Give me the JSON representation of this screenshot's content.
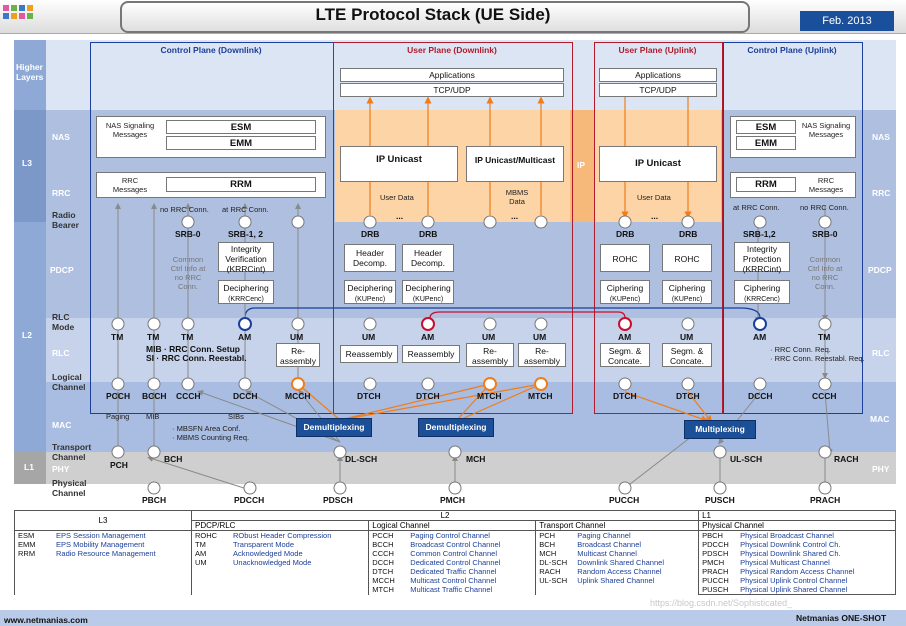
{
  "title": "LTE Protocol Stack (UE Side)",
  "date": "Feb. 2013",
  "url_left": "www.netmanias.com",
  "url_right": "Netmanias ONE-SHOT",
  "watermark": "https://blog.csdn.net/Sophisticated_",
  "layers": {
    "higher": "Higher Layers",
    "nas": "NAS",
    "l3": "L3",
    "rrc": "RRC",
    "radio_bearer": "Radio Bearer",
    "pdcp": "PDCP",
    "rlc_mode": "RLC Mode",
    "l2": "L2",
    "rlc": "RLC",
    "logical_channel": "Logical Channel",
    "mac": "MAC",
    "transport_channel": "Transport Channel",
    "l1": "L1",
    "phy": "PHY",
    "physical_channel": "Physical Channel",
    "ip": "IP"
  },
  "planes": {
    "cp_dl": "Control Plane (Downlink)",
    "up_dl": "User Plane (Downlink)",
    "up_ul": "User Plane (Uplink)",
    "cp_ul": "Control Plane (Uplink)"
  },
  "boxes": {
    "nas_msg": "NAS Signaling Messages",
    "esm": "ESM",
    "emm": "EMM",
    "rrc_msg": "RRC Messages",
    "rrm": "RRM",
    "applications": "Applications",
    "tcp_udp": "TCP/UDP",
    "ip_unicast": "IP Unicast",
    "ip_unicast_multicast": "IP Unicast/Multicast",
    "user_data": "User Data",
    "mbms_data": "MBMS Data",
    "header_decomp": "Header Decomp.",
    "rohc": "ROHC",
    "deciphering": "Deciphering",
    "deciphering_k_rrc": "(KRRCenc)",
    "deciphering_k_up": "(KUPenc)",
    "ciphering": "Ciphering",
    "integrity_verification": "Integrity Verification (KRRCint)",
    "integrity_protection": "Integrity Protection (KRRCint)",
    "common_ctrl": "Common Ctrl Info at no RRC Conn.",
    "reassembly": "Reassembly",
    "re_assembly": "Re-assembly",
    "segm": "Segm. & Concate.",
    "demultiplexing": "Demultiplexing",
    "multiplexing": "Multiplexing",
    "no_rrc_conn": "no RRC Conn.",
    "at_rrc_conn": "at RRC Conn.",
    "dots": "..."
  },
  "bearers": {
    "srb0": "SRB-0",
    "srb12": "SRB-1, 2",
    "srb12_ul": "SRB-1,2",
    "drb": "DRB"
  },
  "rlc_modes": {
    "tm": "TM",
    "am": "AM",
    "um": "UM"
  },
  "logical": {
    "pcch": "PCCH",
    "bcch": "BCCH",
    "ccch": "CCCH",
    "dcch": "DCCH",
    "mcch": "MCCH",
    "dtch": "DTCH",
    "mtch": "MTCH"
  },
  "transport": {
    "pch": "PCH",
    "bch": "BCH",
    "dlsch": "DL-SCH",
    "mch": "MCH",
    "ulsch": "UL-SCH",
    "rach": "RACH"
  },
  "physical": {
    "pbch": "PBCH",
    "pdcch": "PDCCH",
    "pdsch": "PDSCH",
    "pmch": "PMCH",
    "pucch": "PUCCH",
    "pusch": "PUSCH",
    "prach": "PRACH"
  },
  "notes": {
    "mib_si": [
      "MIB · RRC Conn. Setup",
      "SI  · RRC Conn. Reestabl."
    ],
    "ul_ccch": [
      "· RRC Conn. Req.",
      "· RRC Conn. Reestabl. Req."
    ],
    "paging": "Paging",
    "mib": "MIB",
    "sibs": "SIBs",
    "mbms": [
      "· MBSFN Area Conf.",
      "· MBMS Counting Req."
    ]
  },
  "legend": {
    "headers": {
      "l3": "L3",
      "l2": "L2",
      "l1": "L1",
      "pdcp_rlc": "PDCP/RLC",
      "logical": "Logical Channel",
      "transport": "Transport Channel",
      "physical": "Physical Channel"
    },
    "l3": [
      [
        "ESM",
        "EPS Session Management"
      ],
      [
        "EMM",
        "EPS Mobility Management"
      ],
      [
        "RRM",
        "Radio Resource Management"
      ]
    ],
    "pdcp_rlc": [
      [
        "ROHC",
        "RObust Header Compression"
      ],
      [
        "TM",
        "Transparent Mode"
      ],
      [
        "AM",
        "Acknowledged Mode"
      ],
      [
        "UM",
        "Unacknowledged Mode"
      ]
    ],
    "logical": [
      [
        "PCCH",
        "Paging Control Channel"
      ],
      [
        "BCCH",
        "Broadcast Control Channel"
      ],
      [
        "CCCH",
        "Common Control Channel"
      ],
      [
        "DCCH",
        "Dedicated Control Channel"
      ],
      [
        "DTCH",
        "Dedicated Traffic Channel"
      ],
      [
        "MCCH",
        "Multicast Control Channel"
      ],
      [
        "MTCH",
        "Multicast Traffic Channel"
      ]
    ],
    "transport": [
      [
        "PCH",
        "Paging Channel"
      ],
      [
        "BCH",
        "Broadcast Channel"
      ],
      [
        "MCH",
        "Multicast Channel"
      ],
      [
        "DL-SCH",
        "Downlink Shared Channel"
      ],
      [
        "RACH",
        "Random Access Channel"
      ],
      [
        "UL-SCH",
        "Uplink Shared Channel"
      ]
    ],
    "physical": [
      [
        "PBCH",
        "Physical Broadcast Channel"
      ],
      [
        "PDCCH",
        "Physical Downlink Control Ch."
      ],
      [
        "PDSCH",
        "Physical Downlink Shared Ch."
      ],
      [
        "PMCH",
        "Physical Multicast Channel"
      ],
      [
        "PRACH",
        "Physical Random Access Channel"
      ],
      [
        "PUCCH",
        "Physical Uplink Control Channel"
      ],
      [
        "PUSCH",
        "Physical Uplink Shared Channel"
      ]
    ]
  },
  "colors": {
    "header_blue": "#1b4f97",
    "band_light": "#dce5f3",
    "band_mid": "#aebfe0",
    "band_blue": "#8ea9d6",
    "band_mac": "#a9bde2",
    "band_l1": "#c9c9c9",
    "user_orange": "#fcd4a6",
    "plane_border_red": "#b01c2b",
    "plane_border_blue": "#1b3f9a",
    "arrow_orange": "#f07d1a",
    "arrow_red": "#c8102e",
    "arrow_gray": "#8a8a8a"
  }
}
